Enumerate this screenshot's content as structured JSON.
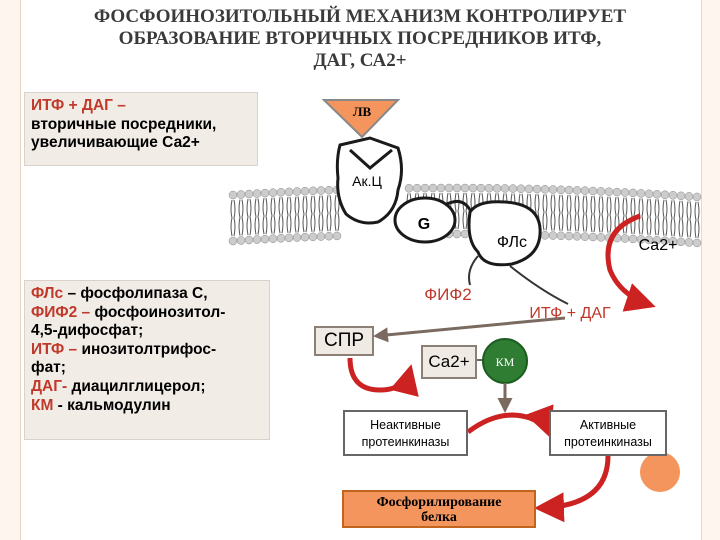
{
  "title": {
    "line1": "ФОСФОИНОЗИТОЛЬНЫЙ МЕХАНИЗМ КОНТРОЛИРУЕТ",
    "line2": "ОБРАЗОВАНИЕ ВТОРИЧНЫХ ПОСРЕДНИКОВ ИТФ,",
    "line3": "ДАГ, СА2+"
  },
  "box1": {
    "line1": "ИТФ + ДАГ –",
    "line2": "вторичные посредники,",
    "line3": "увеличивающие Са2+"
  },
  "legend": {
    "l1_term": "ФЛс",
    "l1_rest": " – фосфолипаза С,",
    "l2_term": "ФИФ2 –",
    "l2_rest": " фосфоинозитол-",
    "l3": "4,5-дифосфат;",
    "l4_term": "ИТФ –",
    "l4_rest": " инозитолтрифос-",
    "l5": "фат;",
    "l6_term": "ДАГ-",
    "l6_rest": " диацилглицерол;",
    "l7_term": "КМ",
    "l7_rest": " - кальмодулин"
  },
  "diagram": {
    "ligand": "ЛВ",
    "adenylate_cyclase": "Ак.Ц",
    "g_protein": "G",
    "phospholipase": "ФЛс",
    "ca_outside": "Са2+",
    "pip2": "ФИФ2",
    "itf_dag": "ИТФ + ДАГ",
    "spr": "СПР",
    "ca_inner": "Са2+",
    "km": "КМ",
    "inactive_line1": "Неактивные",
    "inactive_line2": "протеинкиназы",
    "active_line1": "Активные",
    "active_line2": "протеинкиназы",
    "phos_line1": "Фосфорилирование",
    "phos_line2": "белка"
  },
  "colors": {
    "accent_red": "#c0392b",
    "arrow_red": "#cc2222",
    "km_green": "#2e7d32",
    "orange": "#f3955c",
    "ligand_fill": "#f3955c",
    "membrane_head": "#cccccc"
  }
}
